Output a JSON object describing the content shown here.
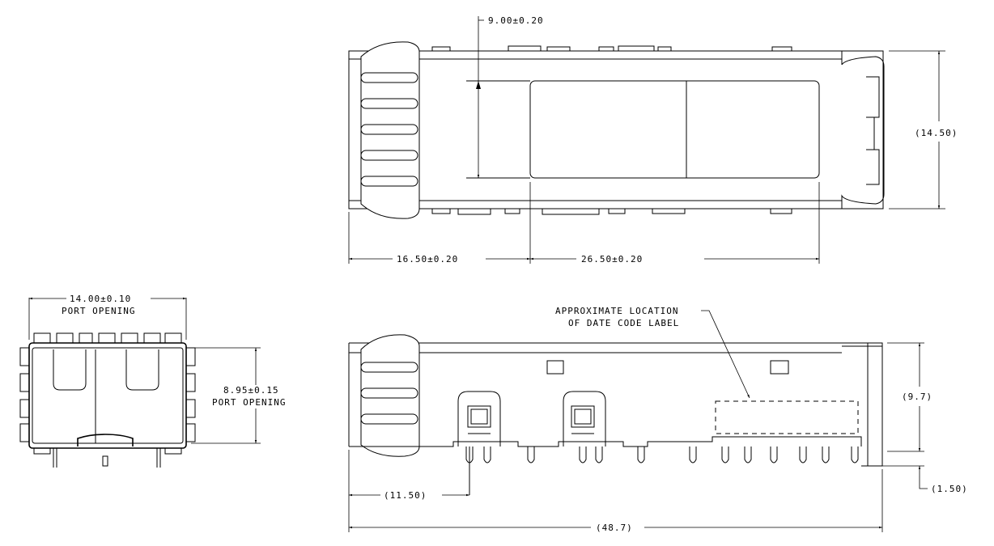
{
  "top_view": {
    "dim_window_height": "9.00±0.20",
    "dim_overall_height": "(14.50)",
    "dim_front_to_window": "16.50±0.20",
    "dim_window_length": "26.50±0.20"
  },
  "front_view": {
    "dim_port_width": "14.00±0.10",
    "dim_port_width_note": "PORT OPENING",
    "dim_port_height": "8.95±0.15",
    "dim_port_height_note": "PORT OPENING"
  },
  "side_view": {
    "label_note_line1": "APPROXIMATE LOCATION",
    "label_note_line2": "OF DATE CODE LABEL",
    "dim_height": "(9.7)",
    "dim_pin_length": "(1.50)",
    "dim_front_to_pin": "(11.50)",
    "dim_overall_length": "(48.7)"
  }
}
